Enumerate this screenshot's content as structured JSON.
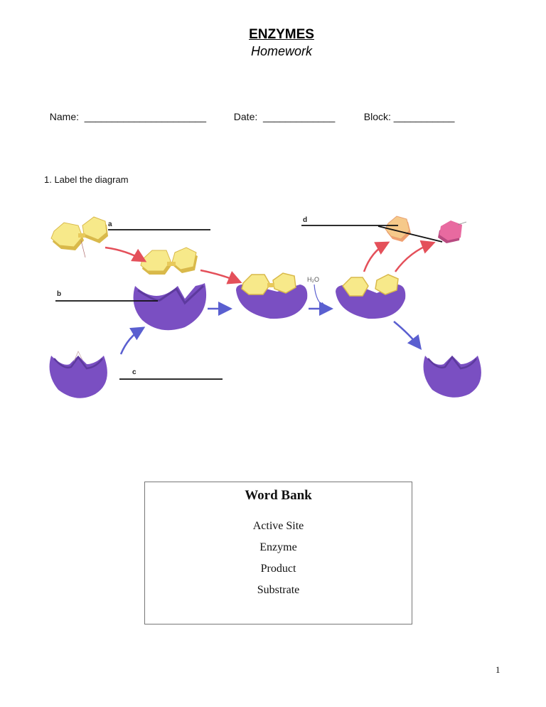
{
  "header": {
    "title": "ENZYMES",
    "subtitle": "Homework"
  },
  "fields": [
    {
      "label": "Name:",
      "blank": "______________________"
    },
    {
      "label": "Date:",
      "blank": "_____________"
    },
    {
      "label": "Block:",
      "blank": "___________"
    }
  ],
  "questions": [
    {
      "number": "1.",
      "text": "1. Label the diagram"
    }
  ],
  "diagram": {
    "labels": {
      "a": "a",
      "b": "b",
      "c": "c",
      "d": "d"
    },
    "water_label": "H₂O",
    "colors": {
      "enzyme": "#7a4fc2",
      "enzyme_dark": "#5d3a9e",
      "substrate": "#f7e98a",
      "substrate_edge": "#d9b94a",
      "product_orange": "#f6c98a",
      "product_pink": "#e86aa0",
      "arrow_red": "#e4505a",
      "arrow_blue": "#5a5fd0"
    }
  },
  "word_bank": {
    "title": "Word Bank",
    "items": [
      "Active Site",
      "Enzyme",
      "Product",
      "Substrate"
    ]
  },
  "footer": {
    "page_number": "1"
  }
}
